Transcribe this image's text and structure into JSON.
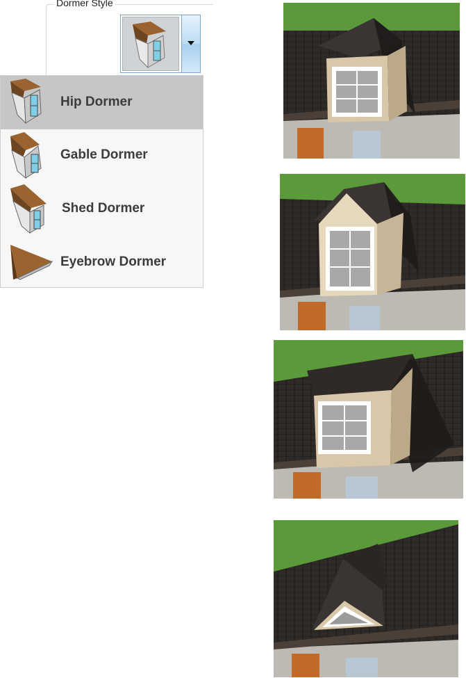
{
  "dormer_style": {
    "group_label": "Dormer Style",
    "selected_preview_icon": "hip-dormer-icon"
  },
  "menu": {
    "items": [
      {
        "label": "Hip Dormer",
        "icon": "hip-dormer-icon",
        "selected": true
      },
      {
        "label": "Gable Dormer",
        "icon": "gable-dormer-icon",
        "selected": false
      },
      {
        "label": "Shed Dormer",
        "icon": "shed-dormer-icon",
        "selected": false
      },
      {
        "label": "Eyebrow Dormer",
        "icon": "eyebrow-dormer-icon",
        "selected": false
      }
    ]
  },
  "previews": [
    {
      "name": "hip-dormer-preview",
      "style": "hip"
    },
    {
      "name": "gable-dormer-preview",
      "style": "gable"
    },
    {
      "name": "shed-dormer-preview",
      "style": "shed"
    },
    {
      "name": "eyebrow-dormer-preview",
      "style": "eyebrow"
    }
  ],
  "colors": {
    "roof_shingle": "#2f2b28",
    "grass": "#5a9a3a",
    "wall_trim": "#c9b79a",
    "dormer_roof_brown": "#8a5a2b",
    "window_glass": "#7fd0e6",
    "selection_gray": "#c6c6c6"
  }
}
